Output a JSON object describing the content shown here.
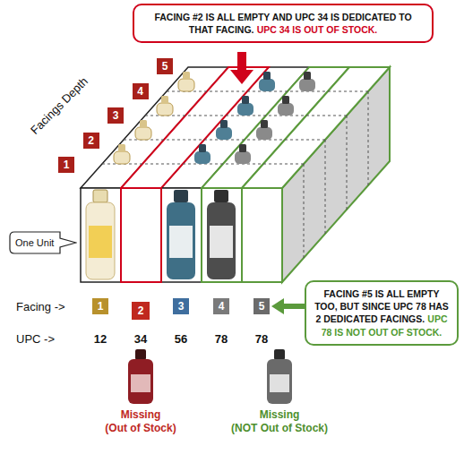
{
  "diagram": {
    "nodes": [
      {
        "text": [
          "FACING #2 IS ALL EMPTY AND UPC 34 IS DEDICATED TO THAT FACING.",
          "UPC 34 IS OUT OF STOCK."
        ]
      },
      {
        "text": [
          "5"
        ]
      },
      {
        "text": [
          "4"
        ]
      },
      {
        "text": [
          "3"
        ]
      },
      {
        "text": [
          "2"
        ]
      },
      {
        "text": [
          "1"
        ]
      },
      {
        "text": [
          "One Unit"
        ]
      },
      {
        "text": [
          "1"
        ]
      },
      {
        "text": [
          "2"
        ]
      },
      {
        "text": [
          "3"
        ]
      },
      {
        "text": [
          "4"
        ]
      },
      {
        "text": [
          "5"
        ]
      },
      {
        "text": [
          "FACING #5 IS ALL EMPTY TOO, BUT SINCE UPC 78 HAS 2 DEDICATED FACINGS.",
          "UPC 78 IS NOT OUT OF STOCK."
        ]
      }
    ],
    "edges": [
      {
        "from": 12,
        "to": 11,
        "arrow": "to"
      }
    ],
    "labels": [
      "Facings Depth",
      "Facing ->",
      "UPC ->",
      "12",
      "34",
      "56",
      "78",
      "78",
      "Missing",
      "(Out of Stock)",
      "Missing",
      "(NOT Out of Stock)"
    ]
  }
}
